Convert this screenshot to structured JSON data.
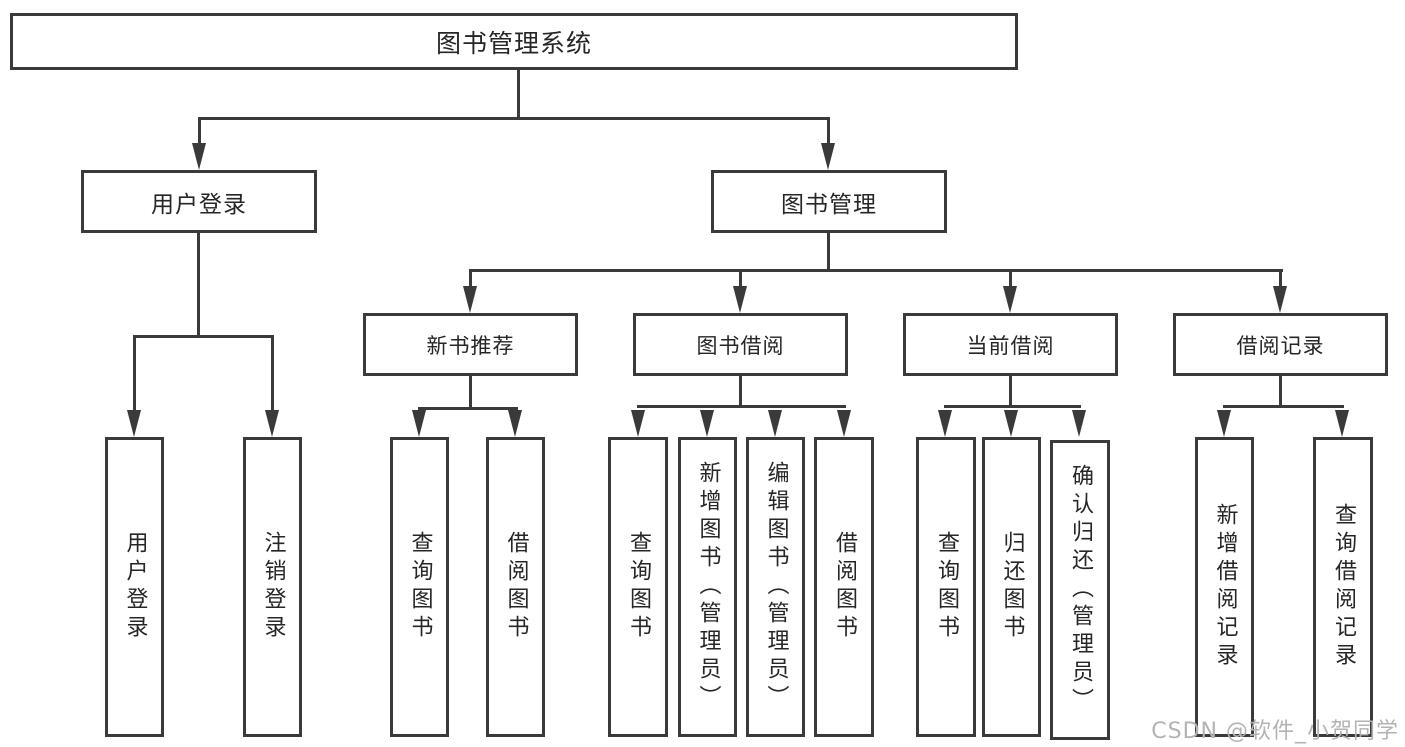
{
  "colors": {
    "line": "#3a3a3a",
    "text": "#262626",
    "watermark": "#b3b3b3",
    "background": "#ffffff"
  },
  "root": {
    "label": "图书管理系统"
  },
  "branches": [
    {
      "label": "用户登录",
      "children": [
        {
          "label": "用户登录"
        },
        {
          "label": "注销登录"
        }
      ]
    },
    {
      "label": "图书管理",
      "children": [
        {
          "label": "新书推荐",
          "children": [
            {
              "label": "查询图书"
            },
            {
              "label": "借阅图书"
            }
          ]
        },
        {
          "label": "图书借阅",
          "children": [
            {
              "label": "查询图书"
            },
            {
              "label": "新增图书（管理员）"
            },
            {
              "label": "编辑图书（管理员）"
            },
            {
              "label": "借阅图书"
            }
          ]
        },
        {
          "label": "当前借阅",
          "children": [
            {
              "label": "查询图书"
            },
            {
              "label": "归还图书"
            },
            {
              "label": "确认归还（管理员）"
            }
          ]
        },
        {
          "label": "借阅记录",
          "children": [
            {
              "label": "新增借阅记录"
            },
            {
              "label": "查询借阅记录"
            }
          ]
        }
      ]
    }
  ],
  "watermark": {
    "text": "CSDN @软件_小贺同学"
  }
}
